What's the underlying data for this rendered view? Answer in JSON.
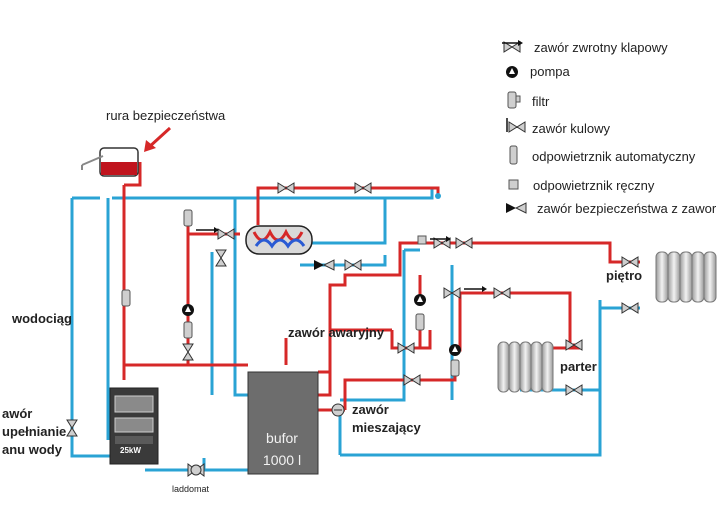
{
  "legend": [
    {
      "icon": "check-valve-icon",
      "label": "zawór  zwrotny klapowy"
    },
    {
      "icon": "pump-icon",
      "label": "pompa"
    },
    {
      "icon": "filter-icon",
      "label": "filtr"
    },
    {
      "icon": "ball-valve-icon",
      "label": "zawór kulowy"
    },
    {
      "icon": "auto-air-vent-icon",
      "label": "odpowietrznik automatyczny"
    },
    {
      "icon": "manual-air-vent-icon",
      "label": "odpowietrznik ręczny"
    },
    {
      "icon": "safety-valve-icon",
      "label": "zawór bezpieczeństwa z zawor"
    }
  ],
  "labels": {
    "safety_pipe": "rura bezpieczeństwa",
    "water_supply": "wodociąg",
    "fill_valve_line1": "awór",
    "fill_valve_line2": "upełnianie",
    "fill_valve_line3": "anu wody",
    "boiler_power": "25kW",
    "laddomat": "laddomat",
    "emergency_valve": "zawór awaryjny",
    "mixing_valve_line1": "zawór",
    "mixing_valve_line2a": "miesza",
    "mixing_valve_line2b": "jący",
    "buffer_line1": "bufor",
    "buffer_line2": "1000 l",
    "upper_floor": "piętro",
    "ground_floor": "parter"
  },
  "colors": {
    "hot_pipe": "#d62828",
    "cold_pipe": "#2aa3d4",
    "buffer": "#6d6d6d",
    "boiler": "#3a3a3a",
    "radiator": "#cfcfcf",
    "arrow": "#d62828"
  }
}
